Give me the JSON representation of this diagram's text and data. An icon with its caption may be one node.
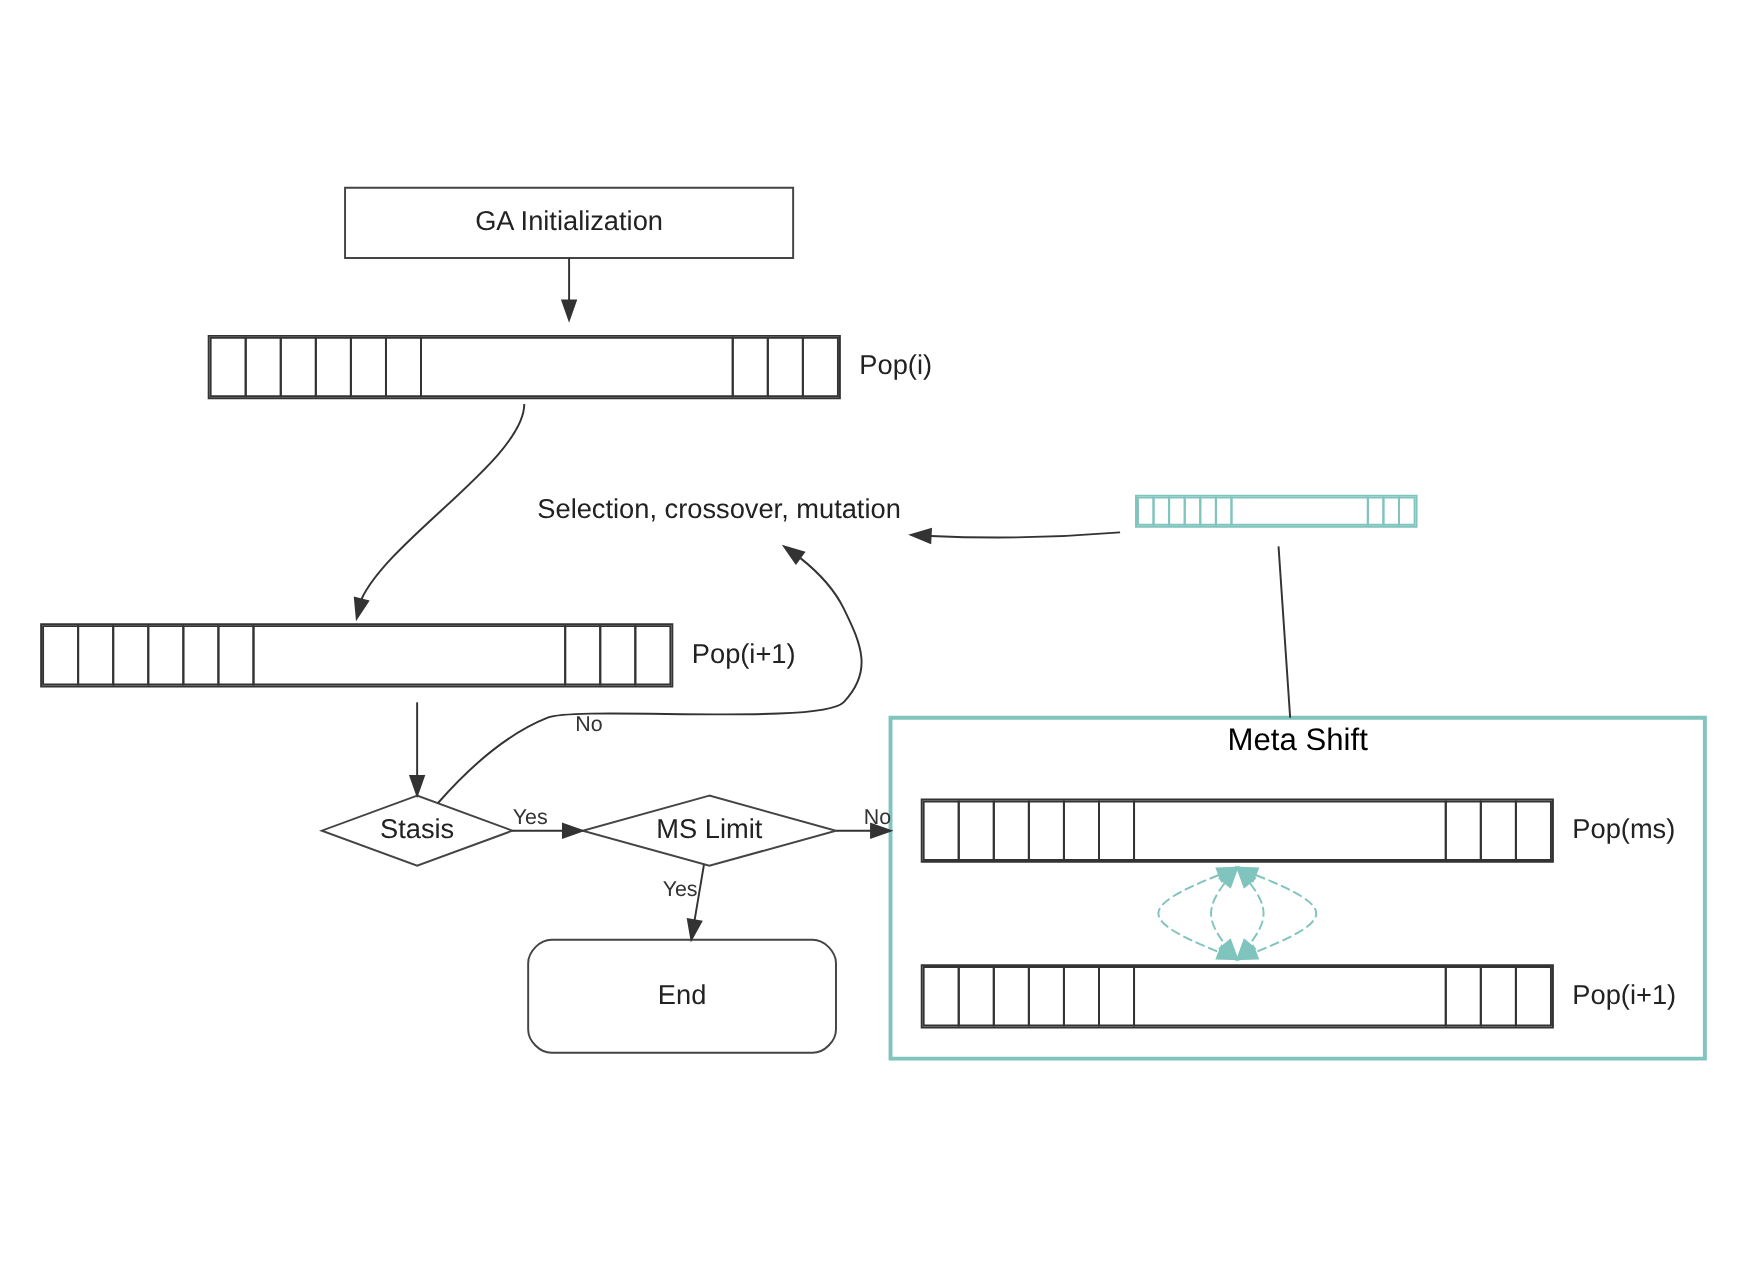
{
  "diagram": {
    "nodes": [
      {
        "text": [
          "GA Initialization"
        ]
      },
      {
        "text": [],
        "shape": "bar",
        "beside": [
          "Pop(i)"
        ]
      },
      {
        "text": [
          "Selection, crossover, mutation"
        ]
      },
      {
        "text": [],
        "shape": "bar"
      },
      {
        "text": [],
        "shape": "bar",
        "beside": [
          "Pop(i+1)"
        ]
      },
      {
        "text": [
          "Stasis"
        ]
      },
      {
        "text": [
          "MS Limit"
        ]
      },
      {
        "text": [
          "Meta Shift"
        ]
      },
      {
        "text": [],
        "shape": "bar",
        "beside": [
          "Pop(ms)"
        ],
        "in": 7
      },
      {
        "text": [],
        "shape": "bar",
        "beside": [
          "Pop(i+1)"
        ],
        "in": 7
      },
      {
        "text": [
          "End"
        ]
      }
    ],
    "edges": [
      {
        "from": 0,
        "to": 1,
        "arrow": "to"
      },
      {
        "from": 1,
        "to": 4,
        "arrow": "to"
      },
      {
        "from": 5,
        "to": 2,
        "arrow": "to",
        "label": "No"
      },
      {
        "from": 3,
        "to": 2,
        "arrow": "to"
      },
      {
        "from": 4,
        "to": 5,
        "arrow": "to"
      },
      {
        "from": 5,
        "to": 6,
        "arrow": "to",
        "label": "Yes"
      },
      {
        "from": 6,
        "to": 7,
        "arrow": "to",
        "label": "No"
      },
      {
        "from": 6,
        "to": 10,
        "arrow": "to",
        "label": "Yes"
      },
      {
        "from": 7,
        "to": 3,
        "arrow": "none"
      },
      {
        "from": 8,
        "to": 9,
        "arrow": "both",
        "style": "dashed",
        "color": "#7fc4bd"
      },
      {
        "from": 8,
        "to": 9,
        "arrow": "both",
        "style": "dashed",
        "color": "#7fc4bd"
      },
      {
        "from": 8,
        "to": 9,
        "arrow": "both",
        "style": "dashed",
        "color": "#7fc4bd"
      },
      {
        "from": 8,
        "to": 9,
        "arrow": "both",
        "style": "dashed",
        "color": "#7fc4bd"
      }
    ]
  }
}
